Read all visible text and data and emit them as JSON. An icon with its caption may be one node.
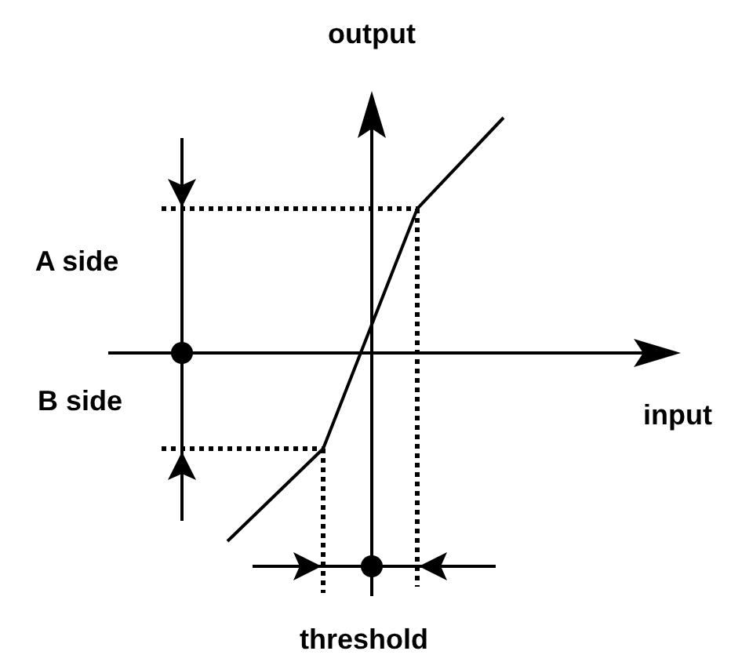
{
  "diagram": {
    "labels": [
      "output",
      "A side",
      "B side",
      "input",
      "threshold"
    ]
  }
}
